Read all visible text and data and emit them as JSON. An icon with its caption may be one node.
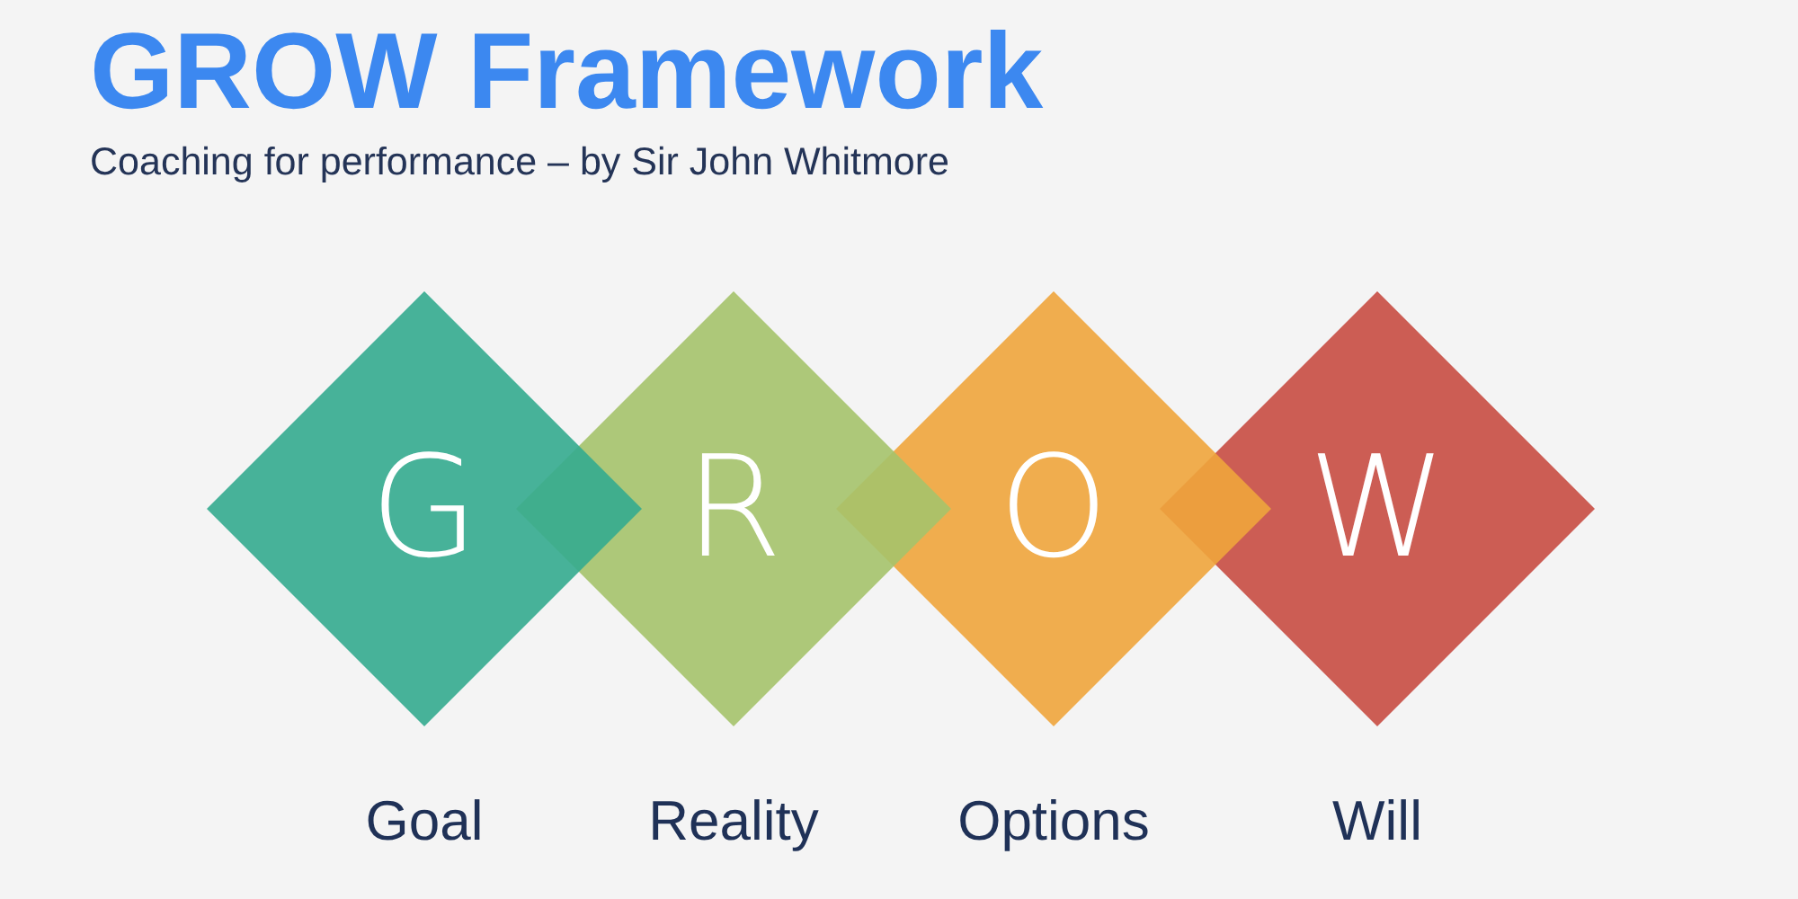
{
  "diagram": {
    "title": "GROW Framework",
    "nodes": [
      {
        "text": [
          "G"
        ],
        "beside": [
          "Goal"
        ]
      },
      {
        "text": [
          "R"
        ],
        "beside": [
          "Reality"
        ]
      },
      {
        "text": [
          "O"
        ],
        "beside": [
          "Options"
        ]
      },
      {
        "text": [
          "W"
        ],
        "beside": [
          "Will"
        ]
      }
    ],
    "labels": [
      "Coaching for performance – by Sir John Whitmore"
    ]
  }
}
